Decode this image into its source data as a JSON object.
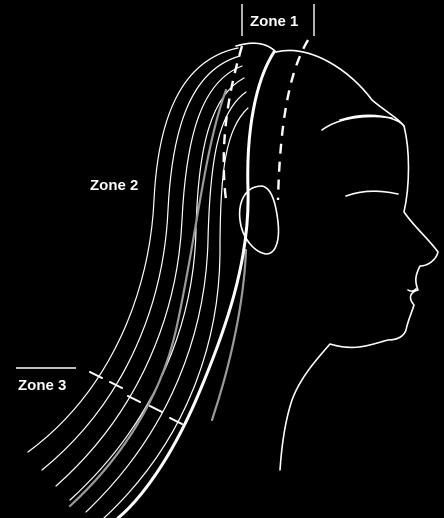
{
  "labels": {
    "zone1": "Zone 1",
    "zone2": "Zone 2",
    "zone3": "Zone 3"
  },
  "colors": {
    "background": "#000000",
    "line": "#ffffff",
    "accent_strand": "#9a9a9a"
  }
}
